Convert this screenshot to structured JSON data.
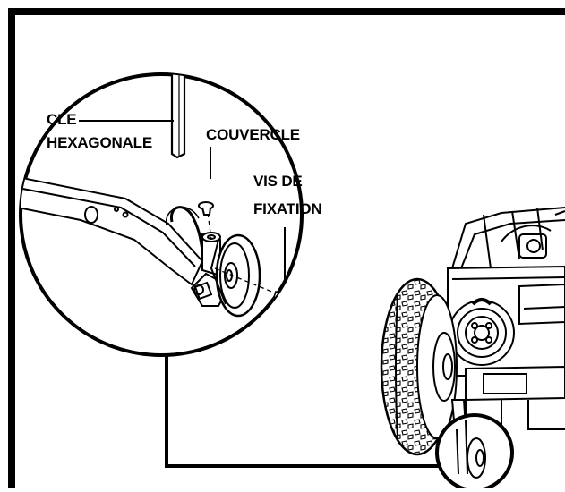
{
  "labels": {
    "hex_key_line1": "CLE",
    "hex_key_line2": "HEXAGONALE",
    "cover": "COUVERCLE",
    "screw_line1": "VIS DE",
    "screw_line2": "FIXATION"
  },
  "colors": {
    "ink": "#000000",
    "paper": "#ffffff"
  }
}
